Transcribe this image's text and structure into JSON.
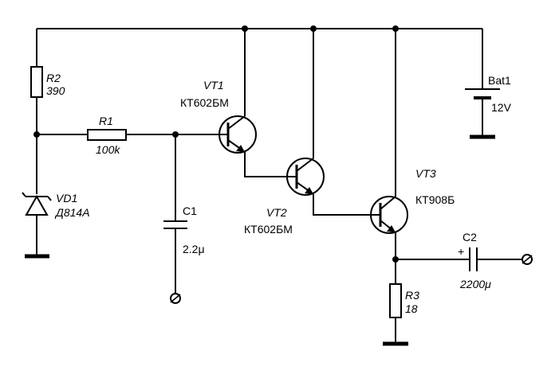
{
  "components": {
    "r2": {
      "ref": "R2",
      "value": "390"
    },
    "r1": {
      "ref": "R1",
      "value": "100k"
    },
    "vd1": {
      "ref": "VD1",
      "value": "Д814А"
    },
    "c1": {
      "ref": "C1",
      "value": "2.2μ"
    },
    "vt1": {
      "ref": "VT1",
      "value": "КТ602БМ"
    },
    "vt2": {
      "ref": "VT2",
      "value": "КТ602БМ"
    },
    "vt3": {
      "ref": "VT3",
      "value": "КТ908Б"
    },
    "c2": {
      "ref": "C2",
      "value": "2200μ",
      "polarity": "+"
    },
    "r3": {
      "ref": "R3",
      "value": "18"
    },
    "bat1": {
      "ref": "Bat1",
      "value": "12V"
    }
  }
}
